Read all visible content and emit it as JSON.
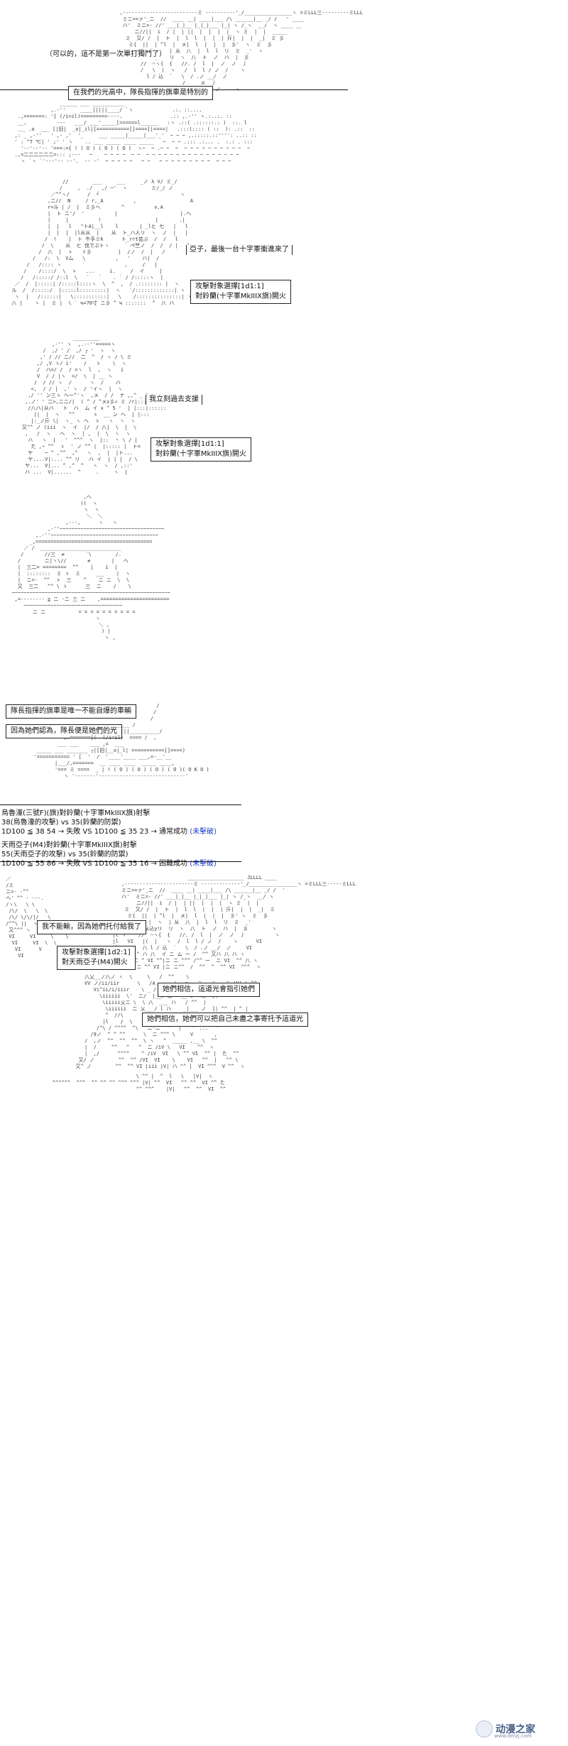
{
  "panel1": {
    "aa": "  ,-------------------------ミ ----------'_/________________ヽ =ミLLL三---------ミLLL\n   ミニ==ァ'_ニ  //  ____ __| ____|___ /\\ ______|__ _/ /   ' ____\n   ハ'  ミニ=- //' ___|_|__ |_|_|___ |_| ヽ /_ヽ  __/  ヽ ____ __\n       ニ//||  i  / |  | ||  |  |  |  |  ヽ ミ  |  |  _____\n    ミ  又/ /  |  ト  |  l  l  |  |  | 斤|  |  |  _|  ミ 彡\n     ミ{  ||  | ^l  |  メ|  l  |  |  |  彡'  ヽ  ミ  彡\n        /|  |  ヽ  | 从  八  |  l  l  リ  ミ  _'  ヽ\n        ハ 从込yリ  リ  ヽ  八  ト  ノ  ハ  |  彡\n         //  ⌒ヽ{  {   //. /  l  |  ノ  ノ  丿\n         /   \\  (  ヽ   /  l  l / ノ  /    ヽ\n           l / 込  `   \\  / .ノ __/  ノ\n                       /     メ  丿\n                  `               ノ     ヽ",
    "line": "（可以的，這不是第一次單打獨鬥了）"
  },
  "panel2": {
    "narration": "在我們的光高中，隊長指揮的旗車是特別的",
    "aa": "                  ______ ___ ___________\n               ,.-''     ____|||||____/ `ヽ             .:. ::....\n    .,=======: '[ (/i=il)=========----.                .:: ,.-'' ヽ.:..:. ::\n    __,          ---   ___/ ___'_____[======l______   :ヽ .::( .::::::.: )  ::. l\n    ＿_ .o  ___ [|旧|  _o|_il|[===========[]====]|====|   .:::(:::: ( ::  ): .::  ::\n   ,: _ ,-''   ' ,- ,'  '_     ___ _____|_____|___'_'  ~ ~ ~ ,.:::::.::'''': ..:: :: \n   ' : ^7 ℃| ' ;' ' ヽ    .. ___ _____ ____ _____   ~  ~ ~ .::: .:... .  :.: . :::\n     '‐-'‐-'-- '===:={ ! ( O ) ( O ) ( O )  ヽ~  ~ .~ ~  ~  ~ ~ ~ ~ ~ ~ ~ ~ ~ ~  ~\n   .,=二二二二二二=::: ;---   ~    ~ ~ ~ ~  ~ ~  ~ ~ ~ ~ ~ ~ ~ ~ ~ ~ ~ ~ ~ ~ ~ ~\n     ヽ `ヽ `'---'-- --'.  -- -'  ~ ~ ~ ~ ~   ~ ~   ~ ~ ~ ~ ~ ~ ~ ~ ~  ~ ~ ~"
  },
  "panel3": {
    "aa": "                   //        ___     ___     _ノ λ V/ ミ_/\n                  /     ,  ./   ,/ ─'  ヽ        ミ/_/ ノ\n               ／^^ヽ/      /  ┘                           ヽ\n              ,ニ//  N     / r,_A          ,                  A\n              r=斗 | /  |  ミ彡ヘ       ^          ∨.A\n              |  ト ニ'/  '          |                     |.ヘ\n              |     |          !                  |       .|\n              |  |   l   \"トA|__l    l       | _lヒ 七   |   l\n              |  |  |  |l从从  |    从  ト_ハ人リ  ヽ  ノ  |   |\n             /  !    |  ト 午手ミk      ト_rrt芸ぶ  /  /   l\n            /  \\    从  ヒ 伐でぶトヽ     ` ペ竺ノ  /  /  / |   l\n           /  八  |  ゝ   ゞ彡         |  /ノ  /  |   /\n         /   /:  \\  Vム   \\          ,   '    ハ|  /\n       /   /:::: ヽ       `             ,     /   |\n      /    /::::/  \\  ゝ   ...     i.     /  イ     |\n     /   /:::::/ /::l  \\   `   `    . ` / /:::::ヽ  |\n   ／  /  |:::::| /:::::l::::ヽ  \\  ^  ,  / .:::::::: |  ヽ\n  ル  /  /:::::/  |:::::l:::::::::|  ヽ   `/:::::::::::::| ヽ   \\\n   ヽ  |   /::::::|   \\:::::::::::|   \\    /:::::::::::::::| ヽ\n  八 |    ヽ |  ミ |  \\ ` ≒=70寸 ニ彡 ^ ≒ :::::::  ^  八 ハ",
    "line": "亞子，最後一台十字軍衝進來了",
    "action": [
      "攻擊對象選擇[1d1:1]",
      "對鈴蘭(十字軍MkIIIX旗)開火"
    ]
  },
  "panel4": {
    "aa": "                     _________\n              ,-'' ヽ  ,.--''=====ヽ\n           /  ,/ ' /  ,/ ┌ '  ヽ  ヽ\n          ,' / // ニ//  二  ^  / ヽ / \\ ミ\n         ,/ ,V ゝ/ i'    /   ゝ    \\  ヽ\n         /  ハ=/ /  / =ヽ  l  ,  ヽ   i\n         V  / / |ヽ  =/  \\  | __ ヽ\n        /  / // ヽ  /      ヽ  /    ハ\n       <,  / / |  ,' ヽ  / 'イヽ  |  ヽ\n      ,/ '' ン三ゝ ヘ一^'ヽ  ,メ  / /  ナ ,,^ _ |:::\n     ,.ノ' ' 二>,ニニ/|  ( ^ / ^メx彡∠ ミ /r|:::|::::\n      /八ハ|从ハ   ト  ハ  ム イ x ^ 5 '  | |:::|::::::\n        ||  |  ヽ   ^^      ゝ  __ ン ヘ  | |:::\n       |:_ノ斤 \\|  ヽ_ ヽ ヘ  ゝ   ヽ  ヽ  ヽ\n    又^^ ノ (iii  ヽ  イ  |/  / 八|  \\  |  \\\n     ,   /  ヽ   ヘ  ヽ  | ,  |  \\  ヽ  ヽ\n      ハ   ヽ  |   '  ^^^  ヽ  |::  丶 \\ / |\n       た ,~ ^^  ゝ  ' ノ ^^ |  |::::: |  ト=\n      ヤ    ─ ^ ,^^  ,^   ヽ  ,  |  |ト...\n      ヤ....V|:... ^^ リ   ハ イ  | | |  / \\\n     ヤ...  V|... ^ ,^  ^   ヽ  ヽ  / ,::'\n     ハ ...  V|......  ^     .     ヽ  |",
    "line": "我立刻過去支援",
    "action": [
      "攻擊對象選擇[1d1:1]",
      "對鈴蘭(十字軍MkIIIX旗)開火"
    ]
  },
  "panel5": {
    "aa": "                          ,へ\n                         ((  ヽ\n                          ヽ  ヽ\n                           ＼  ＼\n                    ,---,      ヽ   ヽ\n              ,-''~~~~~~~~~~~~~~~~~~~~~~~~~~~~~~~~~~~\n          ,.-''~~~~~~~~~~~~~~~~~~~~~~~~~~~~~~~~~~~~\n        _,=======================================\n      ／ /  ___________________________\n     /       //三  ≠       `\\        /.\n    /        ニ|ヽ\\//       ≠       |   ヘ\n    |  三二= ========  ^^    |    i  |\n    |  ::::::::  ミ ゝ  ミ     ___    |  ヽ\n    |  ニ=-  ^^  ゝ  三    ^    ニ ニ  \\  \\\n    又  三二   ^^ \\ ゝ      三  ニ    /    \\\n  ~~~~~~~~~~~~~~~~~~~~~~~~~~~~~~~~~~~~~~~~~~~~~~~~~~~~~\n   ,=-------- ≧ ニ -ニ 三 ニ    ,=======================\n      ~~~~~~~~~~~~~~~~~~~~~~~~~~~~~~~~~\n         ニ ニ           = = = = = = = = = =\n                              ヽ\n                               ＼ ,\n                                ) |\n                                 ヽ ,",
    "lines": []
  },
  "panel6": {
    "narration1": "隊長指揮的旗車是唯一不能自爆的車輛",
    "narration2": "因為她們認為，隊長便是她們的光",
    "aa": "                                                /\n                                               /\n                                              /\n                                 ______ /\n                           ______ _ |||__________/\n                 ,.=======[(  (/i=il)  ==== /  ,\n               ___ ___    ___ ,=  ___\n        _____ ___ _______ ┌|[旧|__o|_l| ===========[]====)\n       '=========== ' [  '  /  '____'____ ___,=-__'__\n              |___/,=======  __ ____ ____  _____ ____,\n              '=== ミ ====  _ | ! ( O ) ( O ) ( O ) ( O )( O K O )\n                 ヽ '-------'-----------------------------'"
  },
  "result": {
    "lines": [
      {
        "text": "烏魯濠(三號F)(旗)對鈴蘭(十字軍MkIIIX旗)射擊",
        "blue": ""
      },
      {
        "text": "38(烏魯濠的攻擊) vs 35(鈴蘭的防禦)",
        "blue": ""
      },
      {
        "text": "1D100 ≦ 38  54 → 失敗 VS 1D100 ≦ 35  23 → 通常成功 ",
        "blue": "(未擊破)"
      },
      {
        "text": "天雨亞子(M4)對鈴蘭(十字軍MkIIIX旗)射擊",
        "blue": ""
      },
      {
        "text": "55(天雨亞子的攻擊) vs 35(鈴蘭的防禦)",
        "blue": ""
      },
      {
        "text": "1D100 ≦ 55  86 → 失敗 VS 1D100 ≦ 35  16 → 困難成功 ",
        "blue": "(未擊破)"
      }
    ]
  },
  "panel7": {
    "aa": " ／\n /ミ\n ニ=- -^^\n ヘ' ^^ - ---.\n /ヽ\\   \\ \\\n  /\\/  \\   \\  \\\n  /\\/ \\/\\/|/   \\\n /^^\\ ||  ヽ  \\ \\\n  又^^^ ヽ    \\ \\\n  VI     VI     \\    \\\n   VI     VI  \\  \\\n    VI      V\n     VI\n                  ≧=-",
    "aa2": "                           ___________________ JLLLL ____\n     ,-----------------------ミ -------------'_/________________ヽ =ミLLL三-----ミLLL\n     ミニ==ァ'_ニ  //  ____ __| ____|___ /\\ ______|__ _/ /  '\n     ハ'  ミニ=- //' ___|_|__ |_|_|___ |_| ヽ /_ヽ  __/ ヽ\n          ニ//||  i  / |  | ||  |  |  |  ヽ ミ  |  |\n      ミ  又/ /  |  ト  |  l  l  |  |  | 斤|  |  |  _|  ミ\n       ミ{  ||  | ^l  |  メ|  l  |  |  |  彡' ヽ  ミ  彡\n          /|  |  ヽ  | 从  八  |  l  l  リ  ミ  _'\n  )(      ハ 从込yリ  リ  ヽ  八  ト  ノ  ハ  |  彡        ヽ\n  |l ヽ    //  ⌒ヽ{  {   //. /  l  |  ノ  ノ  丿          ヽ\n  |l   VI   |(  |   ヽ  /  l  l / ノ  /    ヽ      VI\n  |l   VI   八 l / 込  `   \\  / .ノ __/  ノ     VI\n   |l  VI ^ ハ 八  イ ニ ム ー /  ^^ 又ハ 八 ハ ヽ\n  VI  VI 二 ^ VI ^^|ニ ニ ^^^ /^^ ー  ニ VI  ^^ 八 ヽ\n  VI  VI  ニ ^^ VI |ニ ニ^^  /  ^^  ^  ^^ VI  ^^^  ヽ",
    "bubble1": "我不能輸，因為她們托付給我了",
    "action": [
      "攻擊對象選擇[1d2:1]",
      "對天雨亞子(M4)開火"
    ],
    "aa3": "              八乂__ノ八ノ ヽ  \\     \\   /  ^^    \\\n              VV ノ/ii/iir      \\   /A______/---=-- ミ - ※ - ミ |V| \\ ^^\n                 Vi^ii/i/iiir    \\ _ /'      / | 'ノ ^^ 乂 ニ ルJLLLL\n                   \\iiiiii  \\'  ニ/  |__/ 乂   __ ノ  た  }(\n                    \\iiiii乂ニ \\  \\ 八  ___ ハ   / ^^  |\n                     \\iiiiii  ニ 乂___/ l ハ    _|___ ノ  ]| ^^  | ^ |\n                     ^  //\\          ,=     _/_____|____ノ  ^^\n                    |l    /  \\     |   ニ二ニ  ヘ  ^^ ヘ   ヽ\n                  /^\\ / ^^^^  ^\\   ニ-ニ  ^^  |   ^^ ...  ^^\n                /9ノ  ^ ^ ^^      \\  ニ ^^^ \\     V       ,\n              /  ,ノ  ^^  ^^  ^^  \\ ヽ   ^  _____ ,__ \\  ^^\n              |  /     ^^   ^   ^  ニ /iV \\   VI    ^^  ヽ\n              |  ,/      ^^^^    ^ /iV  VI   \\ ^^ VI  ^^ |  た  ^^\n            又/ ノ        ^^  ^^ /VI  VI    \\    VI   ^^  |   ^^ \\\n           又^ ノ        ^^  ^^ VI |iii |V| ハ ^^ |  VI ^^^  V ^^  ヽ",
    "narration1": "她們相信，這道光會指引她們",
    "narration2": "她們相信，她們可以把自己未盡之事寄托予這道光",
    "aa4": "                                    \\ ^^ |  ^  l   \\   |V|  ヽ\n        ^^^^^^  ^^^  ^^ ^^ ^^ ^^^ ^^^ |V| ^^  VI   ^^ ^^  VI ^^ た\n                                    ^^ ^^^    |V|   ^^  ^^  VI  ^^"
  },
  "watermark": {
    "brand": "动漫之家",
    "url": "www.dmzj.com"
  }
}
